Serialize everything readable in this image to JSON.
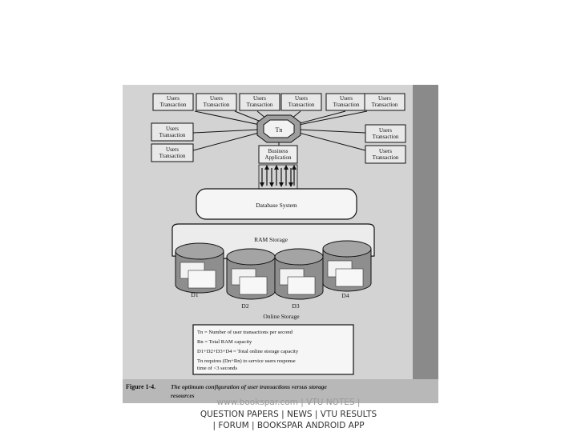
{
  "diagram": {
    "user_label_line1": "Users",
    "user_label_line2": "Transaction",
    "hub_label": "Tn",
    "business_app": [
      "Business",
      "Application"
    ],
    "database": "Database System",
    "ram": "RAM Storage",
    "disks": [
      "D1",
      "D2",
      "D3",
      "D4"
    ],
    "online_storage": "Online Storage",
    "legend": [
      "Tn = Number of user transactions per second",
      "Rn = Total RAM capacity",
      "D1+D2+D3+D4 = Total online storage capacity",
      "Tn requires (Dn+Rn) to service users response",
      "time of <3 seconds"
    ],
    "caption_label": "Figure 1-4.",
    "caption_text_1": "The optimum configuration of user transactions versus storage",
    "caption_text_2": "resources"
  },
  "footer": {
    "line1": "www.bookspar.com | VTU NOTES |",
    "line2": "QUESTION PAPERS | NEWS | VTU RESULTS",
    "line3": "| FORUM | BOOKSPAR ANDROID APP"
  }
}
